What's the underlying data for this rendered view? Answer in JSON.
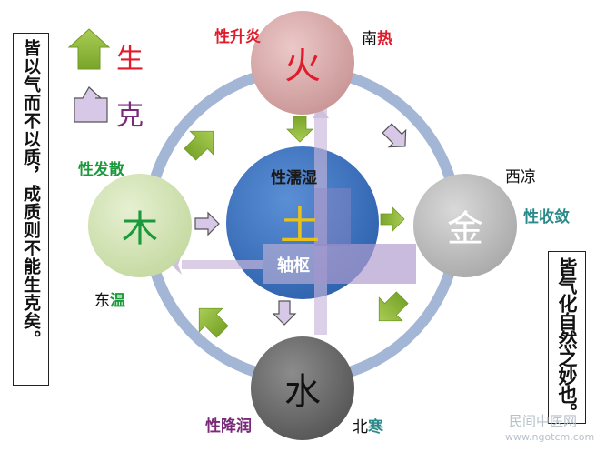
{
  "left_note": "皆以气而不以质，成质则不能生克矣。",
  "right_note": "皆气化自然之妙也。",
  "legend": {
    "generate": "生",
    "restrain": "克"
  },
  "elements": {
    "fire": {
      "char": "火",
      "nature": "性升炎",
      "direction": "南",
      "quality": "热"
    },
    "metal": {
      "char": "金",
      "nature": "性收敛",
      "direction": "西",
      "quality": "凉"
    },
    "water": {
      "char": "水",
      "nature": "性降润",
      "direction": "北",
      "quality": "寒"
    },
    "wood": {
      "char": "木",
      "nature": "性发散",
      "direction": "东",
      "quality": "温"
    },
    "earth": {
      "char": "土",
      "nature": "性濡湿",
      "pivot": "轴枢"
    }
  },
  "watermark": {
    "name": "民间中医网",
    "url": "www.ngotcm.com"
  },
  "colors": {
    "ring": "#a3b6d6",
    "fire": "#d8a6a6",
    "metal": "#c2c2c2",
    "water": "#6e6e6e",
    "wood": "#d5e6b9",
    "earth": "#3f73c0",
    "arrow_generate": "#8fb83a",
    "arrow_restrain": "#c7b6d9",
    "cross": "#c7b6d9",
    "text_wood": "#1a9a3a",
    "text_red": "#e01c2c",
    "text_teal": "#2a8a8a",
    "text_purple": "#7a2a7a"
  }
}
